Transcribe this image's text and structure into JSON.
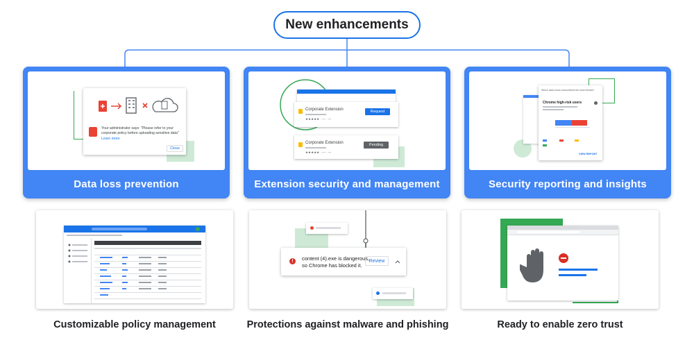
{
  "title": "New enhancements",
  "colors": {
    "accent": "#4285f4",
    "green": "#34a853",
    "red": "#ea4335",
    "yellow": "#fbbc04"
  },
  "top_cards": [
    {
      "label": "Data loss prevention",
      "admin_message_line1": "Your administrator says: \"Please refer to your",
      "admin_message_line2": "corporate policy before uploading sensitive data\"",
      "learn_more": "Learn more",
      "close": "Close"
    },
    {
      "label": "Extension security and management",
      "ext1_name": "Corporate Extension",
      "ext1_button": "Request",
      "ext2_name": "Corporate Extension",
      "ext2_button": "Pending"
    },
    {
      "label": "Security reporting and insights",
      "report_header": "Which users have encountered the most threats?",
      "report_title": "Chrome high-risk users",
      "view_report": "VIEW REPORT"
    }
  ],
  "bottom_cards": [
    {
      "caption": "Customizable policy management"
    },
    {
      "caption": "Protections against malware and phishing",
      "alert_line1": "content (4).exe is dangerous,",
      "alert_line2": "so Chrome has blocked it.",
      "review": "Review"
    },
    {
      "caption": "Ready to enable zero trust"
    }
  ]
}
